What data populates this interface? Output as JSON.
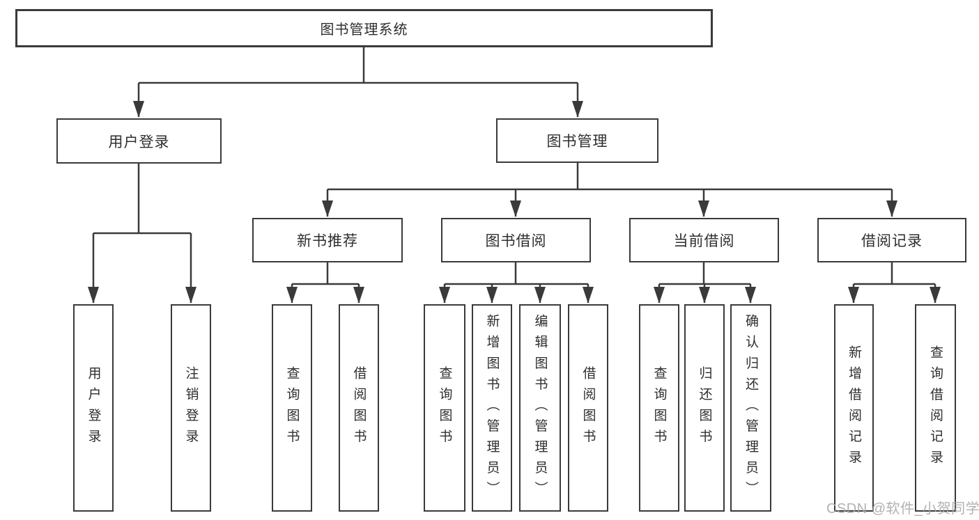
{
  "nodes": {
    "root": "图书管理系统",
    "user_login": "用户登录",
    "book_mgmt": "图书管理",
    "new_rec": "新书推荐",
    "borrow": "图书借阅",
    "current": "当前借阅",
    "records": "借阅记录",
    "leaf_user_login": "用户登录",
    "leaf_logout": "注销登录",
    "leaf_nr_search": "查询图书",
    "leaf_nr_borrow": "借阅图书",
    "leaf_bb_search": "查询图书",
    "leaf_bb_add": "新增图书（管理员）",
    "leaf_bb_edit": "编辑图书（管理员）",
    "leaf_bb_borrow": "借阅图书",
    "leaf_cb_search": "查询图书",
    "leaf_cb_return": "归还图书",
    "leaf_cb_confirm": "确认归还（管理员）",
    "leaf_br_add": "新增借阅记录",
    "leaf_br_search": "查询借阅记录"
  },
  "watermark": "CSDN @软件_小贺同学",
  "colors": {
    "line": "#3a3a3a",
    "text": "#2e2e2e",
    "watermark": "#a8a8a8"
  }
}
